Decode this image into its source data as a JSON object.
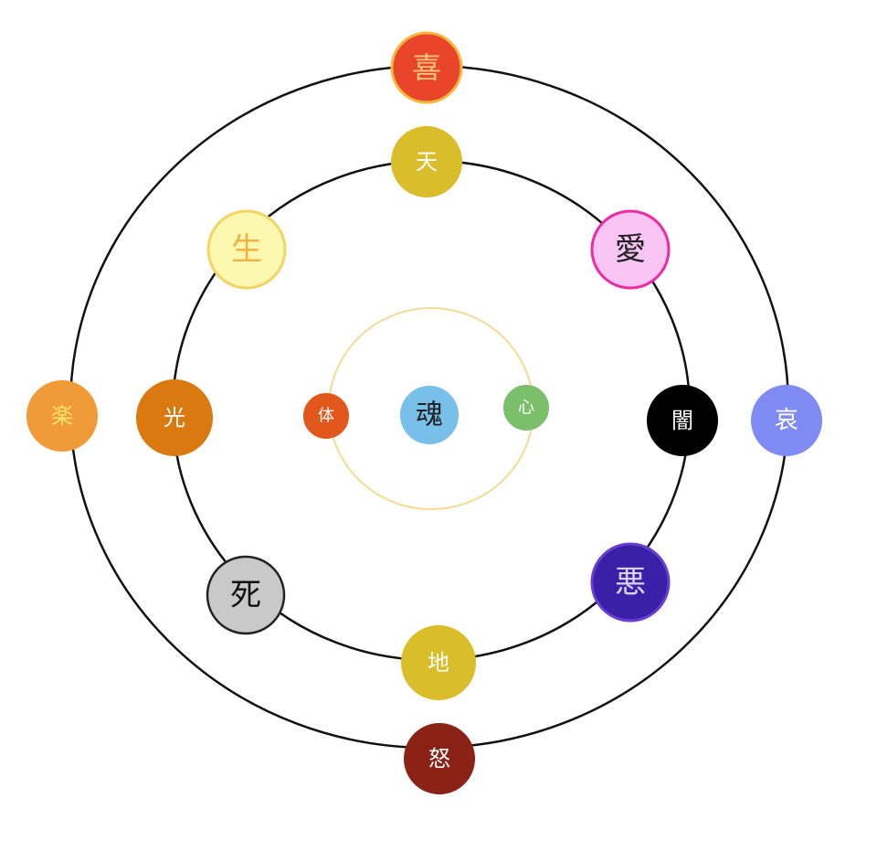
{
  "rings": [
    {
      "name": "outer-ring"
    },
    {
      "name": "middle-ring"
    },
    {
      "name": "inner-ring"
    }
  ],
  "nodes": [
    {
      "id": "joy",
      "label": "喜",
      "fill": "#e8452a",
      "stroke": "#f5b63a",
      "text_color": "#f8c57a"
    },
    {
      "id": "heaven",
      "label": "天",
      "fill": "#d9bd2b",
      "stroke": "#d9bd2b",
      "text_color": "#ffffff"
    },
    {
      "id": "life",
      "label": "生",
      "fill": "#fdf8b0",
      "stroke": "#f2d463",
      "text_color": "#eeb247"
    },
    {
      "id": "love",
      "label": "愛",
      "fill": "#f9c6f4",
      "stroke": "#ee2aa4",
      "text_color": "#222222"
    },
    {
      "id": "pleasure",
      "label": "楽",
      "fill": "#f09a38",
      "stroke": "#f09a38",
      "text_color": "#f6e56a"
    },
    {
      "id": "light",
      "label": "光",
      "fill": "#d9790f",
      "stroke": "#d9790f",
      "text_color": "#ffffff"
    },
    {
      "id": "body",
      "label": "体",
      "fill": "#e2571c",
      "stroke": "#e2571c",
      "text_color": "#ffffff"
    },
    {
      "id": "soul",
      "label": "魂",
      "fill": "#78bfe9",
      "stroke": "#78bfe9",
      "text_color": "#222222"
    },
    {
      "id": "heart",
      "label": "心",
      "fill": "#7bbf6b",
      "stroke": "#7bbf6b",
      "text_color": "#ffffff"
    },
    {
      "id": "darkness",
      "label": "闇",
      "fill": "#000000",
      "stroke": "#000000",
      "text_color": "#ffffff"
    },
    {
      "id": "sorrow",
      "label": "哀",
      "fill": "#7f8af3",
      "stroke": "#7f8af3",
      "text_color": "#ffffff"
    },
    {
      "id": "death",
      "label": "死",
      "fill": "#c8c9c8",
      "stroke": "#222222",
      "text_color": "#111111"
    },
    {
      "id": "evil",
      "label": "悪",
      "fill": "#3a20a8",
      "stroke": "#6a3fcf",
      "text_color": "#d8d2f0"
    },
    {
      "id": "earth",
      "label": "地",
      "fill": "#d9bd2b",
      "stroke": "#d9bd2b",
      "text_color": "#ffffff"
    },
    {
      "id": "anger",
      "label": "怒",
      "fill": "#8b2216",
      "stroke": "#8b2216",
      "text_color": "#ffffff"
    }
  ]
}
